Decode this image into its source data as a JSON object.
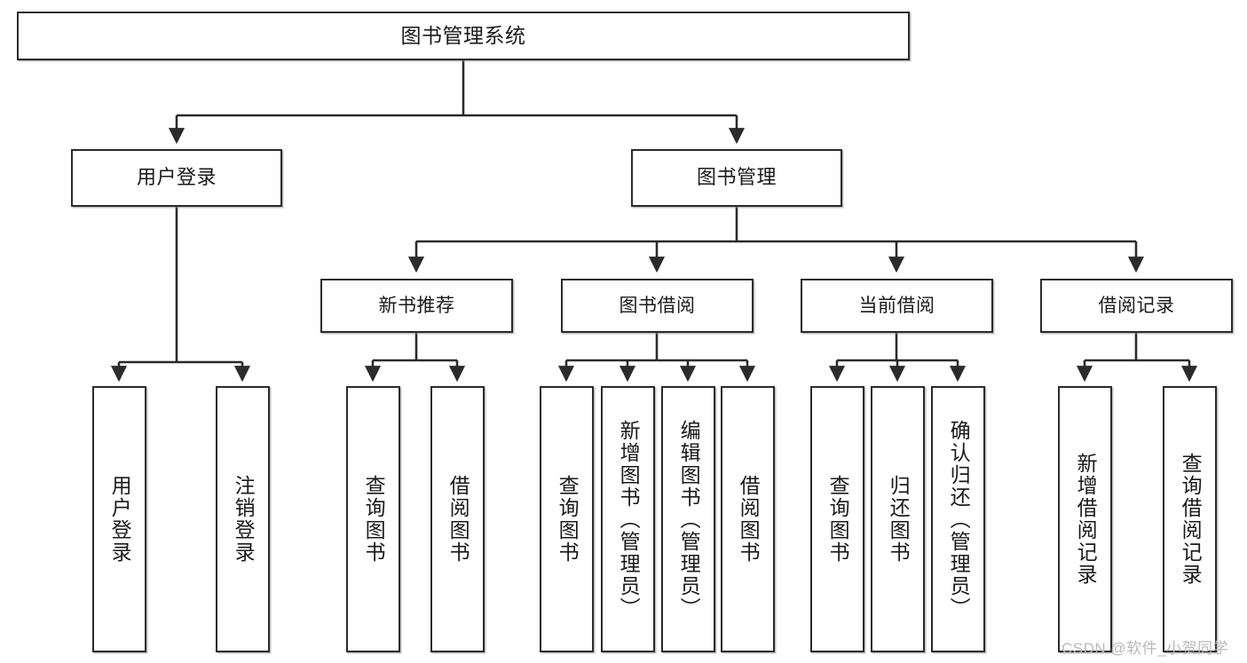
{
  "diagram": {
    "title": "图书管理系统",
    "type": "functional-structure-tree",
    "root": {
      "label": "图书管理系统"
    },
    "level2": [
      {
        "label": "用户登录"
      },
      {
        "label": "图书管理"
      }
    ],
    "level3": [
      {
        "label": "新书推荐"
      },
      {
        "label": "图书借阅"
      },
      {
        "label": "当前借阅"
      },
      {
        "label": "借阅记录"
      }
    ],
    "leaves": {
      "user_login": [
        {
          "label": "用户登录"
        },
        {
          "label": "注销登录"
        }
      ],
      "new_book_recommend": [
        {
          "label": "查询图书"
        },
        {
          "label": "借阅图书"
        }
      ],
      "book_borrow": [
        {
          "label": "查询图书"
        },
        {
          "label": "新增图书（管理员）"
        },
        {
          "label": "编辑图书（管理员）"
        },
        {
          "label": "借阅图书"
        }
      ],
      "current_borrow": [
        {
          "label": "查询图书"
        },
        {
          "label": "归还图书"
        },
        {
          "label": "确认归还（管理员）"
        }
      ],
      "borrow_record": [
        {
          "label": "新增借阅记录"
        },
        {
          "label": "查询借阅记录"
        }
      ]
    }
  },
  "watermark": {
    "text": "CSDN @软件_小贺同学"
  },
  "colors": {
    "border": "#2b2b2b",
    "text": "#1a1a1a",
    "background": "#ffffff",
    "connector": "#2b2b2b",
    "watermark": "#b9b9b9"
  }
}
